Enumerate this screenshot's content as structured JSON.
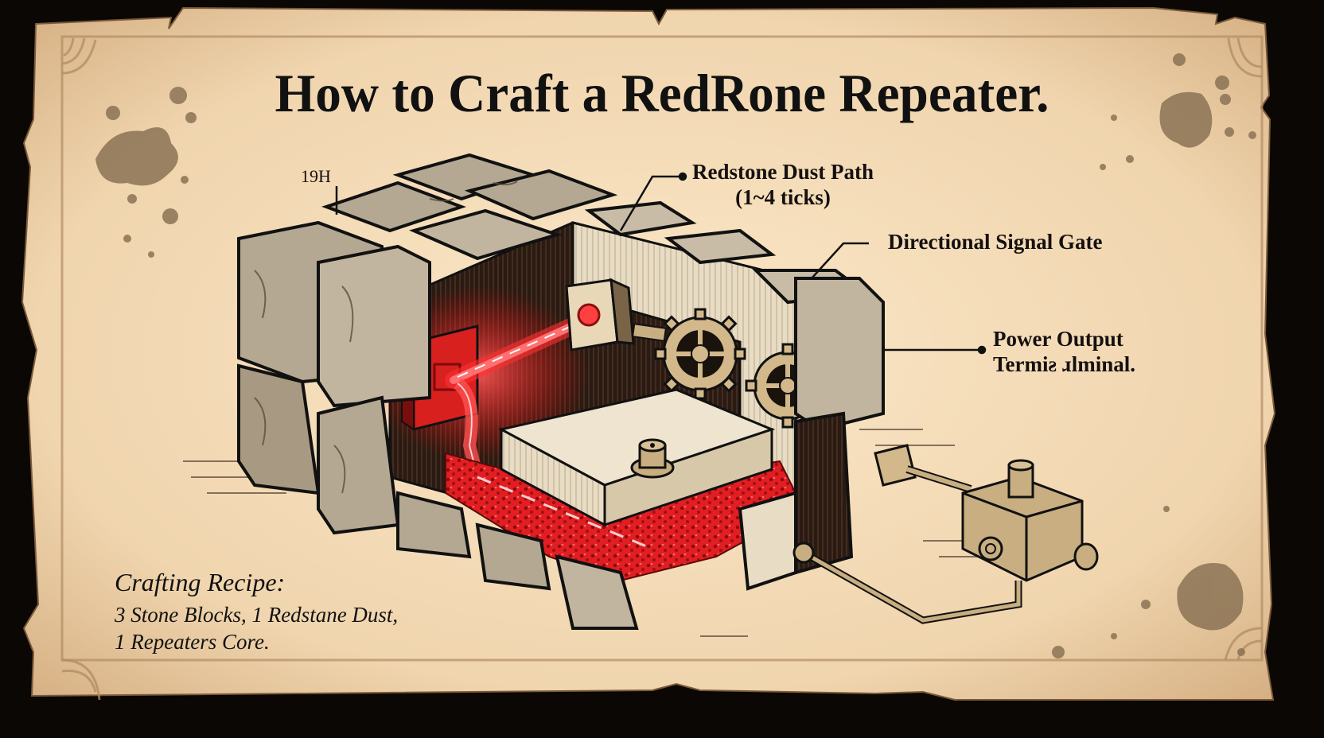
{
  "title": "How to Craft a RedRone Repeater.",
  "colors": {
    "background": "#0a0705",
    "parchment": "#f3dcb8",
    "parchment_edge": "#d9b68a",
    "ink": "#111111",
    "stain": "#8b7355",
    "stone": "#b5a892",
    "stone_dark": "#8c7f6a",
    "redstone": "#e8262a",
    "redstone_glow": "#ff4a4a",
    "brass": "#c8ae80",
    "plank": "#efe4cf"
  },
  "callouts": [
    {
      "id": "size",
      "text": "19H"
    },
    {
      "id": "dust-path",
      "line1": "Redstone Dust Path",
      "line2": "(1~4 ticks)"
    },
    {
      "id": "signal-gate",
      "text": "Directional Signal Gate"
    },
    {
      "id": "power-output",
      "line1": "Power Output",
      "line2": "Termiƨ ɹlminal."
    }
  ],
  "recipe": {
    "heading": "Crafting Recipe:",
    "line1": "3 Stone Blocks, 1 Redstane Dust,",
    "line2": "1 Repeaters Core."
  },
  "illustration": {
    "components": [
      "stone-block-wall",
      "redstone-emitter-block",
      "glowing-redstone-beam",
      "brass-receiver-block",
      "gear-large",
      "gear-small",
      "brass-knob",
      "redstone-dust-bed",
      "output-terminal-box",
      "brass-pipe"
    ]
  }
}
